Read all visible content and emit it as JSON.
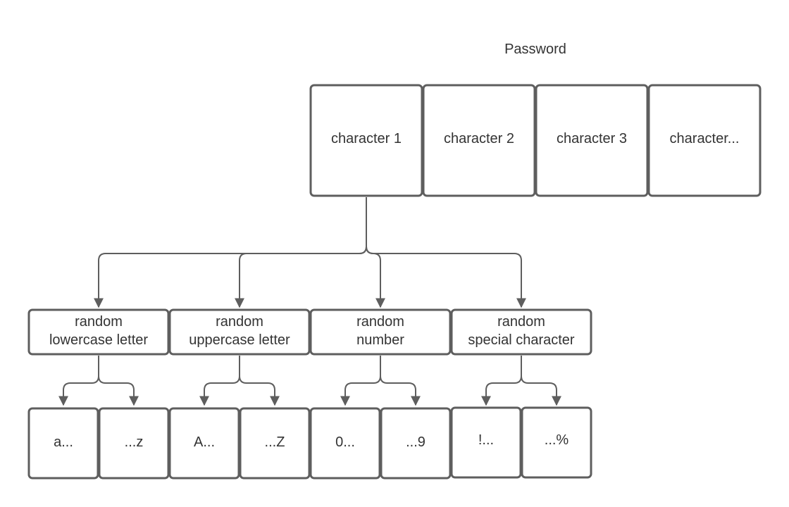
{
  "title": "Password",
  "characters": [
    "character 1",
    "character 2",
    "character 3",
    "character..."
  ],
  "generators": [
    {
      "lines": [
        "random",
        "lowercase letter"
      ],
      "range": [
        "a...",
        "...z"
      ]
    },
    {
      "lines": [
        "random",
        "uppercase letter"
      ],
      "range": [
        "A...",
        "...Z"
      ]
    },
    {
      "lines": [
        "random",
        "number"
      ],
      "range": [
        "0...",
        "...9"
      ]
    },
    {
      "lines": [
        "random",
        "special character"
      ],
      "range": [
        "!...",
        "...%"
      ]
    }
  ],
  "colors": {
    "stroke": "#5e5e5e",
    "text": "#333333",
    "background": "#ffffff"
  }
}
